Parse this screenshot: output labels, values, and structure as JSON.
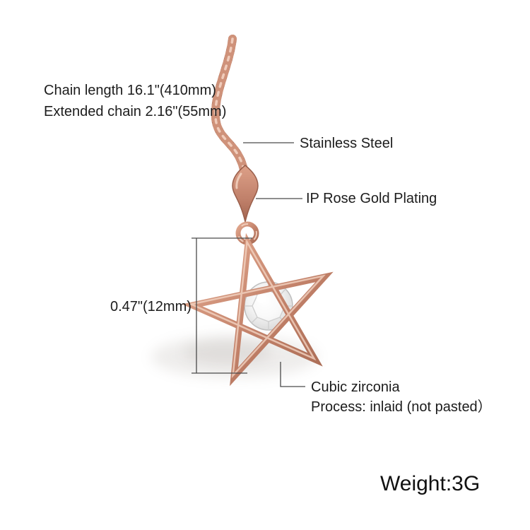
{
  "annotations": {
    "chain_length": "Chain length 16.1\"(410mm)",
    "extended_chain": "Extended chain 2.16\"(55mm)",
    "material": "Stainless Steel",
    "plating": "IP Rose Gold Plating",
    "pendant_size": "0.47\"(12mm)",
    "stone": "Cubic zirconia",
    "process": "Process: inlaid (not pasted）",
    "weight": "Weight:3G"
  },
  "colors": {
    "rose_gold": "#c98e76",
    "rose_gold_dark": "#a96b54",
    "rose_gold_light": "#f3d3c2",
    "stone_highlight": "#ffffff",
    "stone_shade": "#c9c9c9",
    "text": "#1c1c1c",
    "callout_line": "#4a4a4a",
    "background": "#ffffff"
  }
}
